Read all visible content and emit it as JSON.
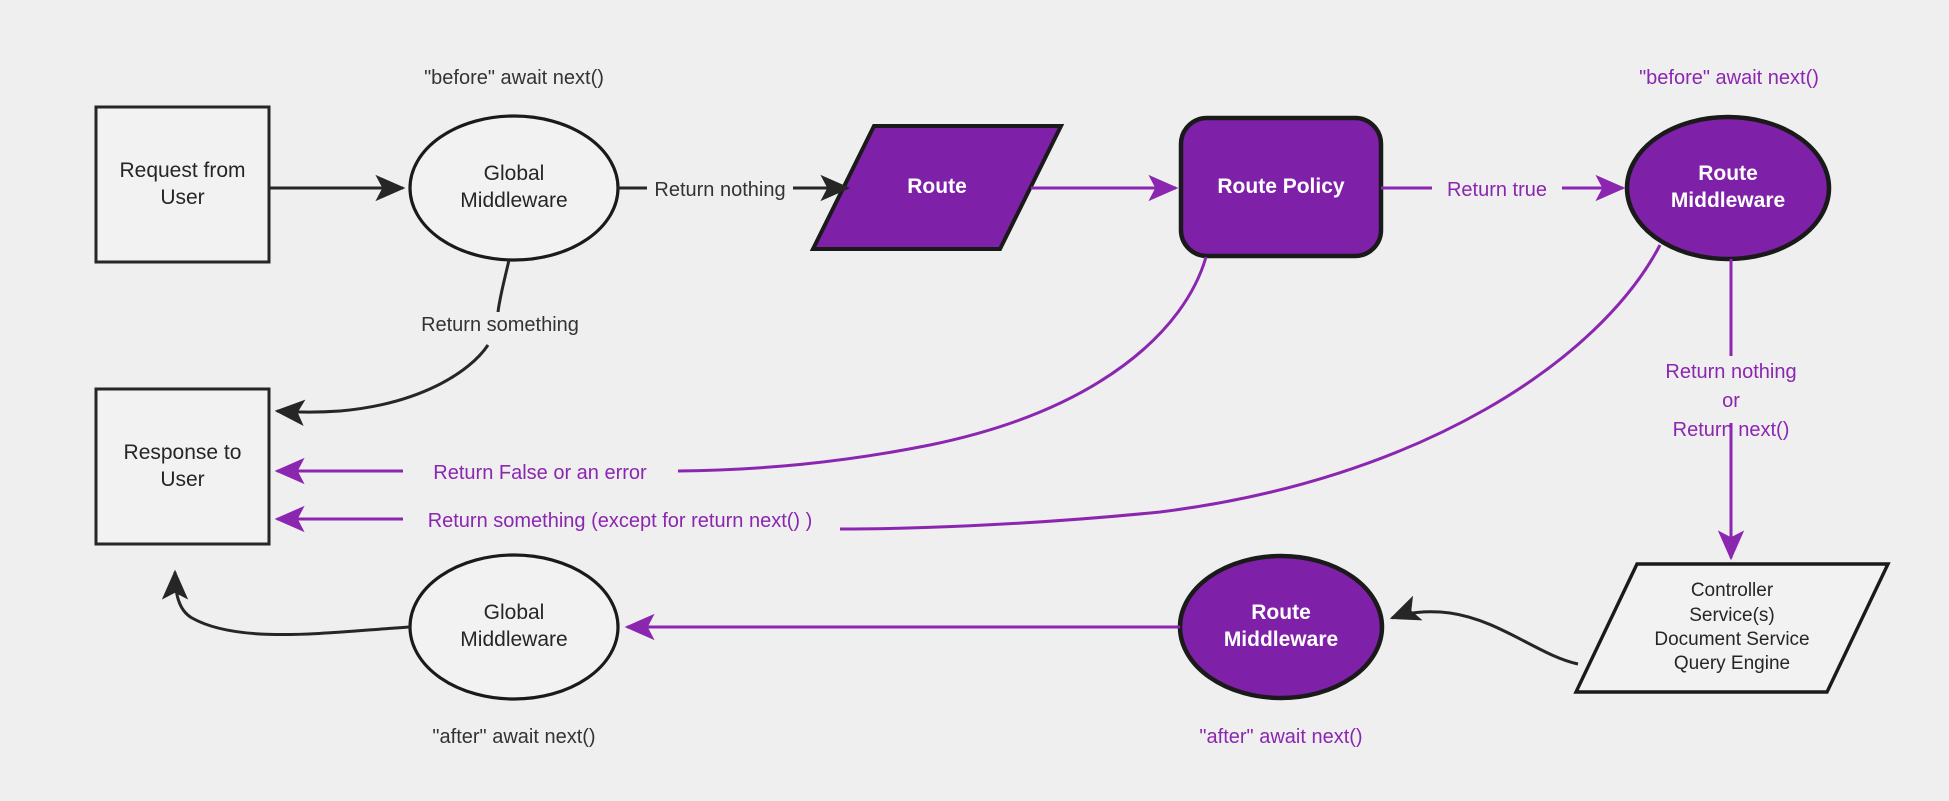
{
  "diagram": {
    "title": "Request lifecycle middleware flow",
    "background_color": "#efefef",
    "accent_purple": "#8b26b0",
    "fill_purple": "#7f21a8",
    "dark_stroke": "#262626",
    "nodes": {
      "request_from_user": {
        "line1": "Request from",
        "line2": "User",
        "shape": "rectangle"
      },
      "global_middleware_top": {
        "line1": "Global",
        "line2": "Middleware",
        "shape": "ellipse"
      },
      "route": {
        "line1": "Route",
        "shape": "parallelogram"
      },
      "route_policy": {
        "line1": "Route Policy",
        "shape": "rounded-rectangle"
      },
      "route_middleware_top": {
        "line1": "Route",
        "line2": "Middleware",
        "shape": "ellipse"
      },
      "response_to_user": {
        "line1": "Response to",
        "line2": "User",
        "shape": "rectangle"
      },
      "global_middleware_bottom": {
        "line1": "Global",
        "line2": "Middleware",
        "shape": "ellipse"
      },
      "route_middleware_bottom": {
        "line1": "Route",
        "line2": "Middleware",
        "shape": "ellipse"
      },
      "controller": {
        "line1": "Controller",
        "line2": "Service(s)",
        "line3": "Document Service",
        "line4": "Query Engine",
        "shape": "parallelogram"
      }
    },
    "annotations": {
      "before_await_next_global": "\"before\" await next()",
      "before_await_next_route": "\"before\" await next()",
      "after_await_next_global": "\"after\" await next()",
      "after_await_next_route": "\"after\" await next()"
    },
    "edge_labels": {
      "return_something_top": "Return something",
      "return_nothing": "Return nothing",
      "return_true": "Return true",
      "return_false_or_error": "Return False or an error",
      "return_something_except": "Return something (except for return next() )",
      "return_nothing_or_next_l1": "Return nothing",
      "return_nothing_or_next_l2": "or",
      "return_nothing_or_next_l3": "Return next()"
    }
  }
}
